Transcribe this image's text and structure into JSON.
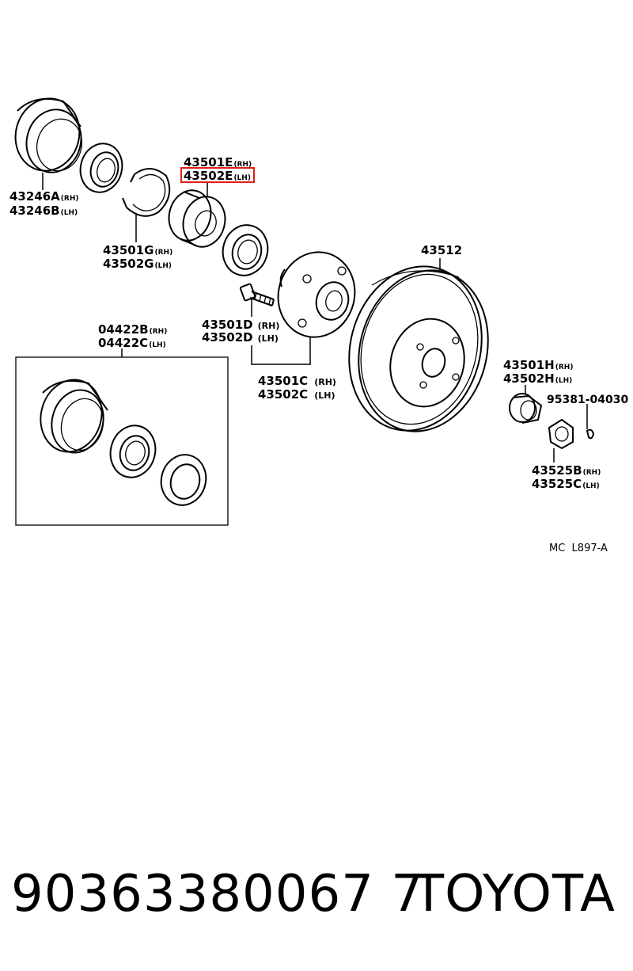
{
  "callouts": {
    "c43246a": {
      "code": "43246A",
      "side": "(RH)"
    },
    "c43246b": {
      "code": "43246B",
      "side": "(LH)"
    },
    "c43501e": {
      "code": "43501E",
      "side": "(RH)"
    },
    "c43502e": {
      "code": "43502E",
      "side": "(LH)"
    },
    "c43501g": {
      "code": "43501G",
      "side": "(RH)"
    },
    "c43502g": {
      "code": "43502G",
      "side": "(LH)"
    },
    "c43512": {
      "code": "43512"
    },
    "c43501d": {
      "code": "43501D",
      "side": "(RH)"
    },
    "c43502d": {
      "code": "43502D",
      "side": "(LH)"
    },
    "c04422b": {
      "code": "04422B",
      "side": "(RH)"
    },
    "c04422c": {
      "code": "04422C",
      "side": "(LH)"
    },
    "c43501c": {
      "code": "43501C",
      "side": "(RH)"
    },
    "c43502c": {
      "code": "43502C",
      "side": "(LH)"
    },
    "c43501h": {
      "code": "43501H",
      "side": "(RH)"
    },
    "c43502h": {
      "code": "43502H",
      "side": "(LH)"
    },
    "c95381": {
      "code": "95381-04030"
    },
    "c43525b": {
      "code": "43525B",
      "side": "(RH)"
    },
    "c43525c": {
      "code": "43525C",
      "side": "(LH)"
    }
  },
  "highlight": {
    "part": "43502E",
    "color": "#e0201a"
  },
  "diagram_ref": "MC  L897-A",
  "footer": {
    "part_number": "90363380067 7",
    "brand": "TOYOTA"
  }
}
